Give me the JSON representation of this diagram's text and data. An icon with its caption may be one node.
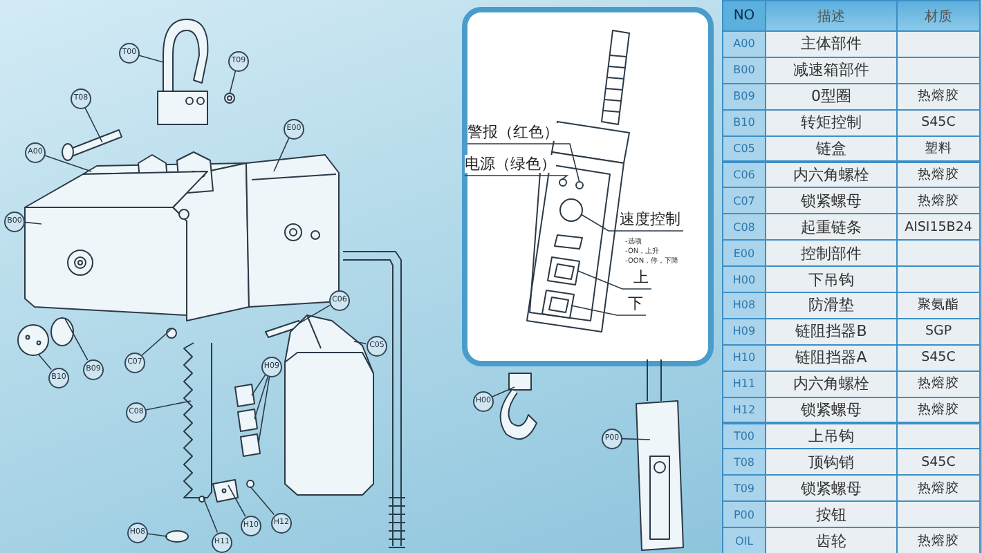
{
  "diagram": {
    "nodes": [
      {
        "text": [
          "T00"
        ]
      },
      {
        "text": [
          "T09"
        ]
      },
      {
        "text": [
          "T08"
        ]
      },
      {
        "text": [
          "A00"
        ]
      },
      {
        "text": [
          "E00"
        ]
      },
      {
        "text": [
          "B00"
        ]
      },
      {
        "text": [
          "C06"
        ]
      },
      {
        "text": [
          "B10"
        ]
      },
      {
        "text": [
          "B09"
        ]
      },
      {
        "text": [
          "C07"
        ]
      },
      {
        "text": [
          "C05"
        ]
      },
      {
        "text": [
          "H09"
        ]
      },
      {
        "text": [
          "C08"
        ]
      },
      {
        "text": [
          "H12"
        ]
      },
      {
        "text": [
          "H10"
        ]
      },
      {
        "text": [
          "H11"
        ]
      },
      {
        "text": [
          "H08"
        ]
      },
      {
        "text": [
          "H00"
        ]
      },
      {
        "text": [
          "P00"
        ]
      },
      {
        "text": [
          "警报（红色）"
        ]
      },
      {
        "text": [
          "电源（绿色）"
        ]
      },
      {
        "text": [
          "速度控制"
        ],
        "beside": [
          "-选项",
          "-ON，上升",
          "-OON，停，下降"
        ]
      },
      {
        "text": [
          "上"
        ]
      },
      {
        "text": [
          "下"
        ]
      },
      {
        "text": [],
        "shape": "picture"
      },
      {
        "text": [],
        "shape": "picture"
      },
      {
        "text": [],
        "shape": "box"
      },
      {
        "text": [],
        "shape": "picture"
      },
      {
        "text": [],
        "shape": "picture"
      },
      {
        "text": [],
        "shape": "picture"
      },
      {
        "text": [],
        "shape": "box"
      },
      {
        "text": [],
        "shape": "picture"
      },
      {
        "text": [],
        "shape": "circle"
      },
      {
        "text": [],
        "shape": "circle"
      },
      {
        "text": [],
        "shape": "picture"
      },
      {
        "text": [],
        "shape": "box"
      },
      {
        "text": [],
        "shape": "box"
      },
      {
        "text": [],
        "shape": "box"
      },
      {
        "text": [],
        "shape": "picture"
      },
      {
        "text": [],
        "shape": "circle"
      },
      {
        "text": [],
        "shape": "picture"
      },
      {
        "text": [],
        "shape": "circle"
      },
      {
        "text": [],
        "shape": "circle"
      },
      {
        "text": [],
        "shape": "picture"
      },
      {
        "text": [],
        "shape": "picture"
      },
      {
        "text": [],
        "shape": "circle"
      },
      {
        "text": [],
        "shape": "circle"
      },
      {
        "text": [],
        "shape": "circle"
      },
      {
        "text": [],
        "shape": "box"
      },
      {
        "text": [],
        "shape": "box"
      }
    ],
    "edges": [
      {
        "from": 0,
        "to": 24,
        "arrow": "none"
      },
      {
        "from": 1,
        "to": 25,
        "arrow": "none"
      },
      {
        "from": 2,
        "to": 26,
        "arrow": "none"
      },
      {
        "from": 3,
        "to": 27,
        "arrow": "none"
      },
      {
        "from": 4,
        "to": 28,
        "arrow": "none"
      },
      {
        "from": 5,
        "to": 29,
        "arrow": "none"
      },
      {
        "from": 6,
        "to": 30,
        "arrow": "none"
      },
      {
        "from": 7,
        "to": 31,
        "arrow": "none"
      },
      {
        "from": 8,
        "to": 32,
        "arrow": "none"
      },
      {
        "from": 9,
        "to": 33,
        "arrow": "none"
      },
      {
        "from": 10,
        "to": 34,
        "arrow": "none"
      },
      {
        "from": 11,
        "to": 35,
        "arrow": "none"
      },
      {
        "from": 11,
        "to": 36,
        "arrow": "none"
      },
      {
        "from": 11,
        "to": 37,
        "arrow": "none"
      },
      {
        "from": 12,
        "to": 38,
        "arrow": "none"
      },
      {
        "from": 13,
        "to": 39,
        "arrow": "none"
      },
      {
        "from": 14,
        "to": 40,
        "arrow": "none"
      },
      {
        "from": 15,
        "to": 41,
        "arrow": "none"
      },
      {
        "from": 16,
        "to": 42,
        "arrow": "none"
      },
      {
        "from": 17,
        "to": 43,
        "arrow": "none"
      },
      {
        "from": 18,
        "to": 44,
        "arrow": "none"
      },
      {
        "from": 19,
        "to": 45,
        "arrow": "none"
      },
      {
        "from": 20,
        "to": 46,
        "arrow": "none"
      },
      {
        "from": 21,
        "to": 47,
        "arrow": "none"
      },
      {
        "from": 22,
        "to": 48,
        "arrow": "none"
      },
      {
        "from": 23,
        "to": 49,
        "arrow": "none"
      }
    ],
    "labels": [
      "NO",
      "描述",
      "材质",
      "A00",
      "主体部件",
      "B00",
      "减速箱部件",
      "B09",
      "0型圈",
      "热熔胶",
      "B10",
      "转矩控制",
      "S45C",
      "C05",
      "链盒",
      "塑料",
      "C06",
      "内六角螺栓",
      "热熔胶",
      "C07",
      "锁紧螺母",
      "热熔胶",
      "C08",
      "起重链条",
      "AISI15B24",
      "E00",
      "控制部件",
      "H00",
      "下吊钩",
      "H08",
      "防滑垫",
      "聚氨酯",
      "H09",
      "链阻挡器B",
      "SGP",
      "H10",
      "链阻挡器A",
      "S45C",
      "H11",
      "内六角螺栓",
      "热熔胶",
      "H12",
      "锁紧螺母",
      "热熔胶",
      "T00",
      "上吊钩",
      "T08",
      "顶钩销",
      "S45C",
      "T09",
      "锁紧螺母",
      "热熔胶",
      "P00",
      "按钮",
      "OIL",
      "齿轮",
      "热熔胶"
    ]
  }
}
